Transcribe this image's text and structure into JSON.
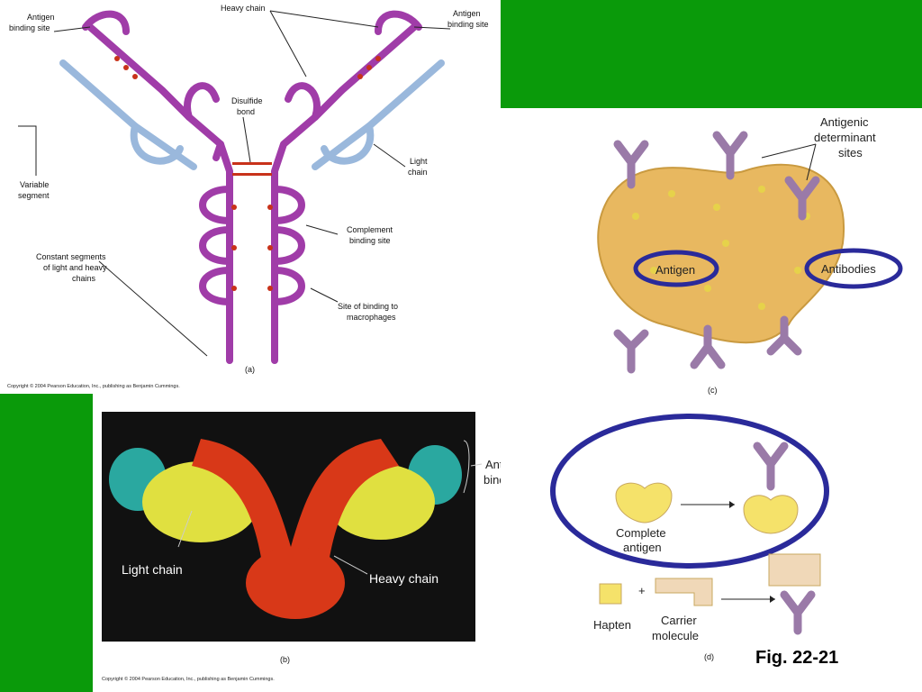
{
  "colors": {
    "background": "#0a9a0a",
    "heavy_chain": "#a03ca8",
    "light_chain": "#b8cfe8",
    "disulfide": "#c8321a",
    "antigen_fill": "#e8b860",
    "highlight_ellipse": "#2a2a9a"
  },
  "panel_a": {
    "label": "(a)",
    "copyright": "Copyright © 2004 Pearson Education, Inc., publishing as Benjamin Cummings.",
    "antigen_binding_site_left": [
      "Antigen",
      "binding site"
    ],
    "heavy_chain": "Heavy chain",
    "antigen_binding_site_right": [
      "Antigen",
      "binding site"
    ],
    "disulfide_bond": [
      "Disulfide",
      "bond"
    ],
    "light_chain": [
      "Light",
      "chain"
    ],
    "variable_segment": [
      "Variable",
      "segment"
    ],
    "complement_binding_site": [
      "Complement",
      "binding site"
    ],
    "constant_segments": [
      "Constant segments",
      "of light and heavy",
      "chains"
    ],
    "macrophage_binding": [
      "Site of binding to",
      "macrophages"
    ]
  },
  "panel_b": {
    "label": "(b)",
    "copyright": "Copyright © 2004 Pearson Education, Inc., publishing as Benjamin Cummings.",
    "antigen_binding_site": [
      "Antigen",
      "binding site"
    ],
    "light_chain": "Light chain",
    "heavy_chain": "Heavy chain"
  },
  "panel_c": {
    "label": "(c)",
    "antigenic_determinant": [
      "Antigenic",
      "determinant",
      "sites"
    ],
    "antigen": "Antigen",
    "antibodies": "Antibodies"
  },
  "panel_d": {
    "label": "(d)",
    "complete_antigen": [
      "Complete",
      "antigen"
    ],
    "plus": "+",
    "hapten": "Hapten",
    "carrier_molecule": [
      "Carrier",
      "molecule"
    ]
  },
  "figure_caption": "Fig. 22-21"
}
